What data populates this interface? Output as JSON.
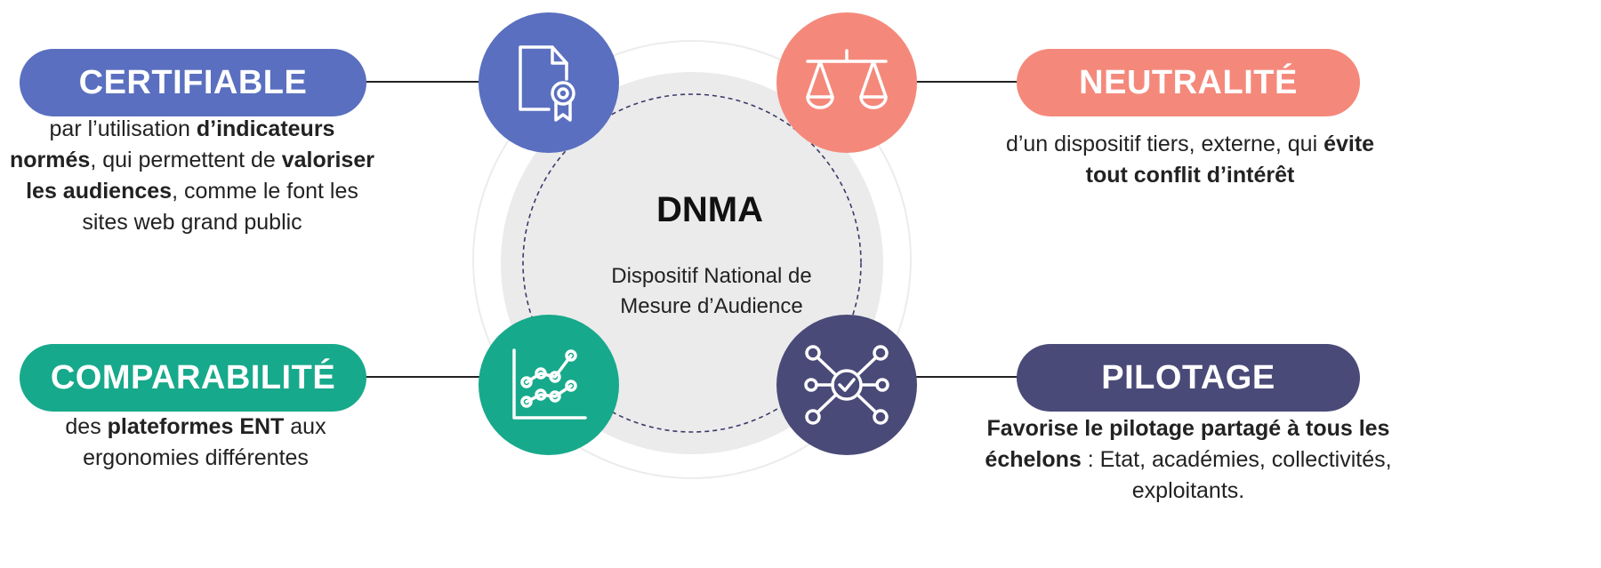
{
  "center": {
    "title": "DNMA",
    "subtitle": "Dispositif National de Mesure d’Audience"
  },
  "pillars": [
    {
      "id": "certifiable",
      "title": "CERTIFIABLE",
      "color": "#5A6FBF",
      "icon": "certificate-document-icon",
      "desc": [
        {
          "t": "par l’utilisation ",
          "b": false
        },
        {
          "t": "d’indicateurs normés",
          "b": true
        },
        {
          "t": ", qui permettent de ",
          "b": false
        },
        {
          "t": "valoriser les audiences",
          "b": true
        },
        {
          "t": ", comme le font les sites web grand public",
          "b": false
        }
      ]
    },
    {
      "id": "neutralite",
      "title": "NEUTRALITÉ",
      "color": "#F4897B",
      "icon": "balance-scale-icon",
      "desc": [
        {
          "t": "d’un dispositif tiers, externe, qui ",
          "b": false
        },
        {
          "t": "évite tout conflit d’intérêt",
          "b": true
        }
      ]
    },
    {
      "id": "comparabilite",
      "title": "COMPARABILITÉ",
      "color": "#17A98B",
      "icon": "line-chart-icon",
      "desc": [
        {
          "t": "des ",
          "b": false
        },
        {
          "t": "plateformes ENT",
          "b": true
        },
        {
          "t": " aux ergonomies différentes",
          "b": false
        }
      ]
    },
    {
      "id": "pilotage",
      "title": "PILOTAGE",
      "color": "#4A4A78",
      "icon": "network-check-icon",
      "desc": [
        {
          "t": "Favorise le pilotage partagé à tous les échelons",
          "b": true
        },
        {
          "t": " : Etat, académies, collectivités, exploitants.",
          "b": false
        }
      ]
    }
  ]
}
